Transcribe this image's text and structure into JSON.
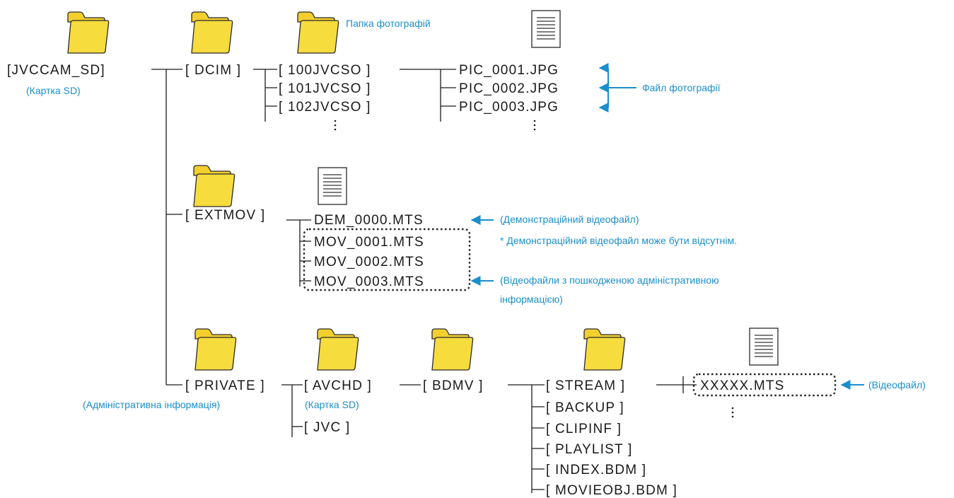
{
  "colors": {
    "folder_fill": "#f7dc3e",
    "folder_stroke": "#2a2a2a",
    "note": "#1a8fcc",
    "text": "#1a1a1a"
  },
  "icons": {
    "folder": "folder-icon",
    "file": "document-icon"
  },
  "tree": {
    "root": "[JVCCAM_SD]",
    "root_note": "(Картка SD)",
    "dcim": "[ DCIM ]",
    "dcim_note": "Папка фотографій",
    "dcim_subfolders": [
      "[ 100JVCSO ]",
      "[ 101JVCSO ]",
      "[ 102JVCSO ]"
    ],
    "pic_files": [
      "PIC_0001.JPG",
      "PIC_0002.JPG",
      "PIC_0003.JPG"
    ],
    "pic_note": "Файл фотографії",
    "extmov": "[ EXTMOV ]",
    "dem_file": "DEM_0000.MTS",
    "dem_note": "(Демонстраційний відеофайл)",
    "dem_footnote": "* Демонстраційний відеофайл може бути відсутнім.",
    "mov_files": [
      "MOV_0001.MTS",
      "MOV_0002.MTS",
      "MOV_0003.MTS"
    ],
    "mov_note_line1": "(Відеофайли з пошкодженою адміністративною",
    "mov_note_line2": "інформацією)",
    "private": "[ PRIVATE ]",
    "private_note": "(Адміністративна інформація)",
    "avchd": "[ AVCHD ]",
    "avchd_note": "(Картка SD)",
    "jvc": "[ JVC ]",
    "bdmv": "[ BDMV ]",
    "bdmv_children": [
      "[ STREAM ]",
      "[ BACKUP ]",
      "[ CLIPINF ]",
      "[ PLAYLIST ]",
      "[ INDEX.BDM ]",
      "[ MOVIEOBJ.BDM ]"
    ],
    "stream_file": "XXXXX.MTS",
    "stream_note": "(Відеофайл)"
  }
}
